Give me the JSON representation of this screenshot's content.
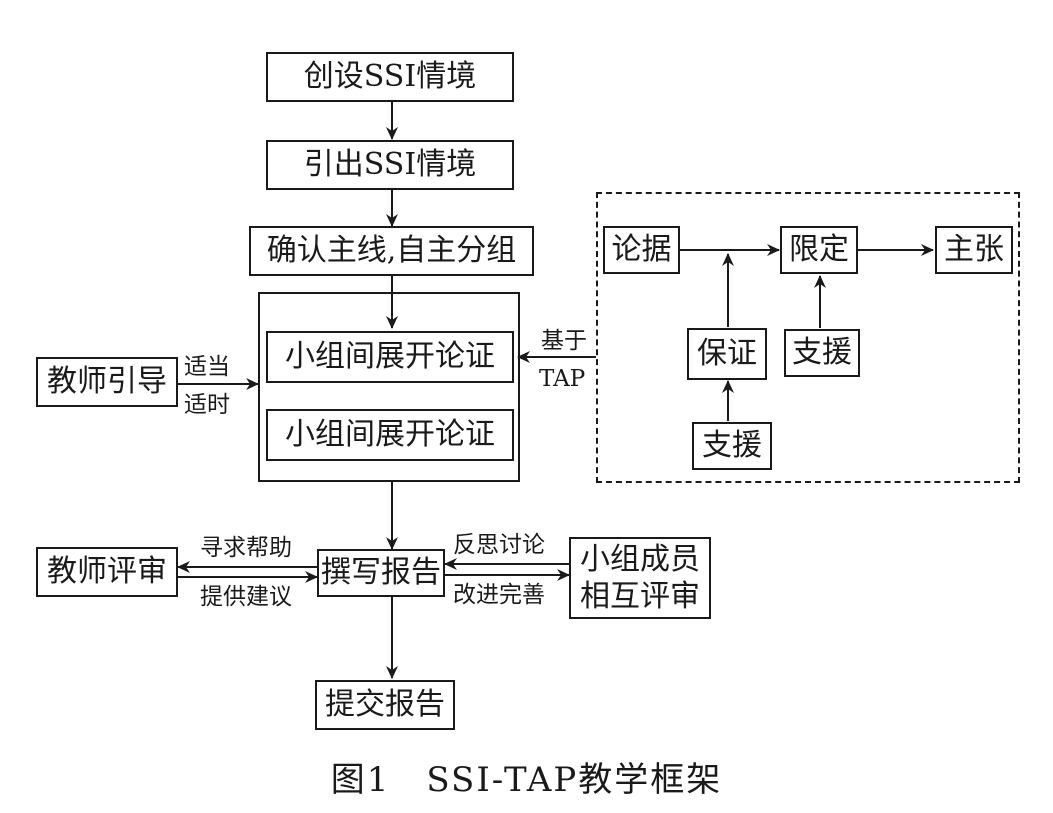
{
  "nodes": {
    "create_ssi": "创设SSI情境",
    "introduce_ssi": "引出SSI情境",
    "confirm_mainline": "确认主线,自主分组",
    "group_argument_1": "小组间展开论证",
    "group_argument_2": "小组间展开论证",
    "teacher_guide": "教师引导",
    "write_report": "撰写报告",
    "teacher_review": "教师评审",
    "peer_review_line1": "小组成员",
    "peer_review_line2": "相互评审",
    "submit_report": "提交报告",
    "tap_data": "论据",
    "tap_qualifier": "限定",
    "tap_claim": "主张",
    "tap_warrant": "保证",
    "tap_backing_right": "支援",
    "tap_backing_bottom": "支援"
  },
  "edge_labels": {
    "appropriate": "适当",
    "timely": "适时",
    "based_on": "基于",
    "tap": "TAP",
    "seek_help": "寻求帮助",
    "give_advice": "提供建议",
    "reflect_discuss": "反思讨论",
    "improve": "改进完善"
  },
  "caption": "图1　SSI-TAP教学框架"
}
